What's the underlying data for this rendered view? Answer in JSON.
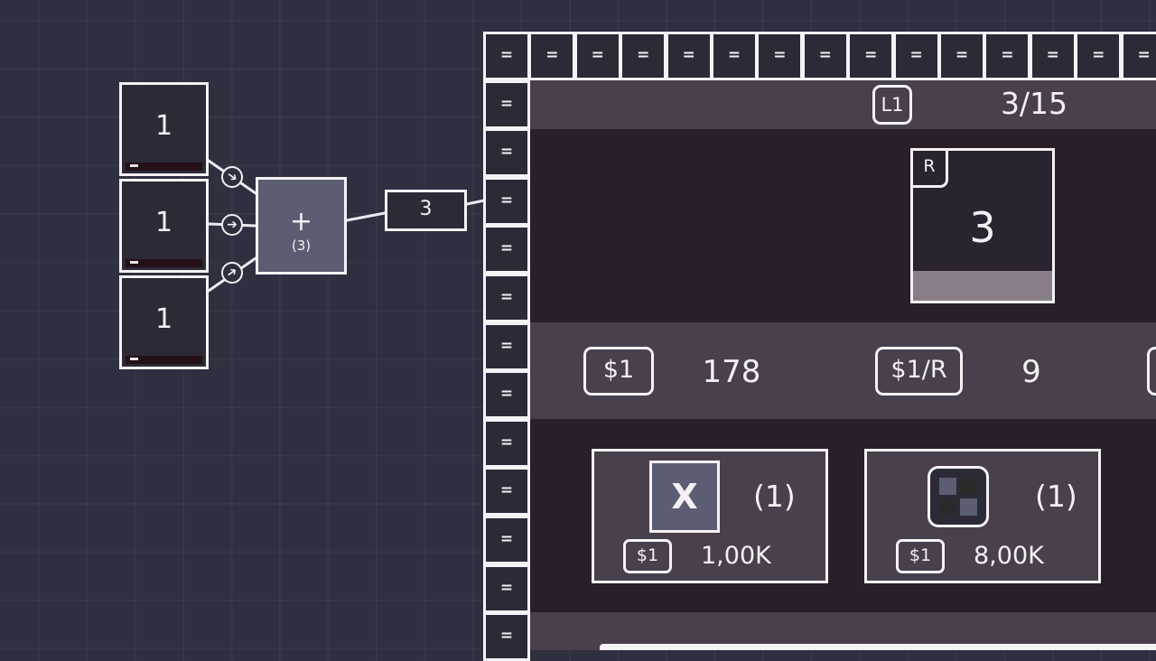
{
  "sources": [
    {
      "value": "1"
    },
    {
      "value": "1"
    },
    {
      "value": "1"
    }
  ],
  "operator": {
    "symbol": "+",
    "count": "(3)"
  },
  "output": {
    "value": "3"
  },
  "border_symbol": "=",
  "level": {
    "badge": "L1",
    "progress": "3/15"
  },
  "result": {
    "badge": "R",
    "value": "3",
    "fill_fraction": 0.0
  },
  "stats": {
    "money_badge": "$1",
    "money_value": "178",
    "rate_badge": "$1/R",
    "rate_value": "9"
  },
  "shop": [
    {
      "icon": "x-block-icon",
      "icon_text": "X",
      "count": "(1)",
      "price_badge": "$1",
      "price": "1,00K"
    },
    {
      "icon": "grid-block-icon",
      "count": "(1)",
      "price_badge": "$1",
      "price": "8,00K"
    }
  ],
  "colors": {
    "background": "#2e3040",
    "panel_dark": "#2a1e2a",
    "panel_band": "#4a3f4c",
    "operator": "#5b5e72",
    "chalk": "#f4f2f5"
  }
}
